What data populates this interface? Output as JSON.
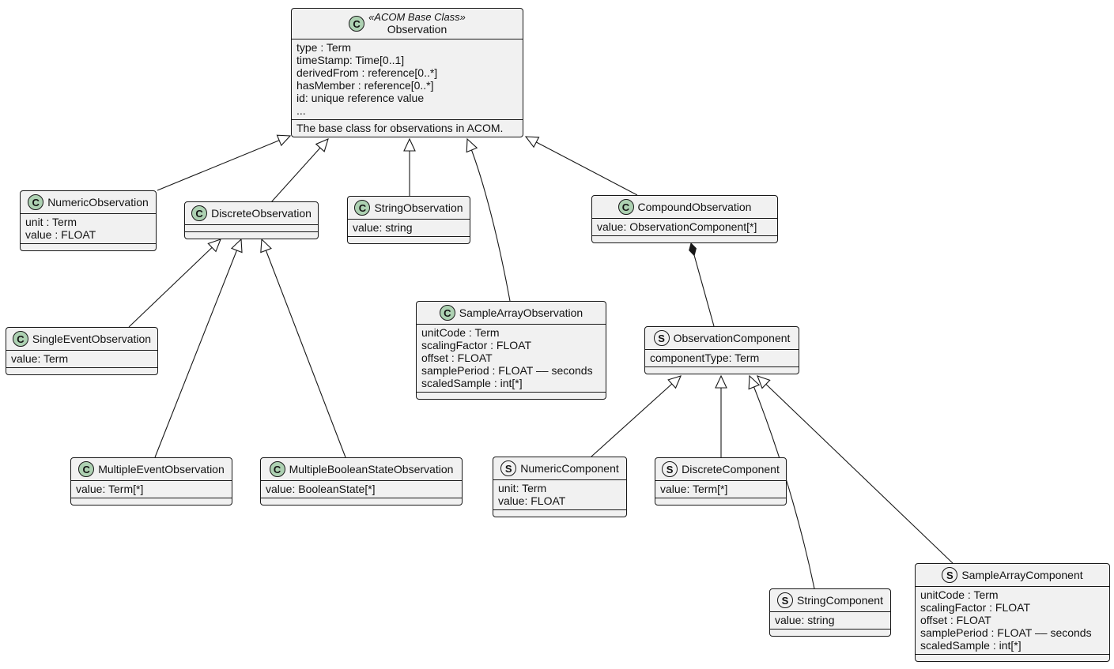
{
  "diagram": {
    "kind": "uml-class-diagram",
    "colors": {
      "background": "#FFFFFF",
      "box_fill": "#F1F1F1",
      "box_border": "#181818",
      "line": "#181818",
      "class_icon_fill": "#ADD1B2",
      "struct_icon_fill": "#F1F1F1",
      "icon_border": "#181818",
      "text": "#121212"
    },
    "classes": [
      {
        "id": "Observation",
        "icon": "C",
        "stereotype": "«ACOM Base Class»",
        "name": "Observation",
        "attributes": [
          "type : Term",
          "timeStamp: Time[0..1]",
          "derivedFrom : reference[0..*]",
          "hasMember : reference[0..*]",
          "id: unique reference value",
          "..."
        ],
        "note": "The base class for observations in ACOM."
      },
      {
        "id": "NumericObservation",
        "icon": "C",
        "name": "NumericObservation",
        "attributes": [
          "unit : Term",
          "value : FLOAT"
        ]
      },
      {
        "id": "DiscreteObservation",
        "icon": "C",
        "name": "DiscreteObservation",
        "attributes": []
      },
      {
        "id": "StringObservation",
        "icon": "C",
        "name": "StringObservation",
        "attributes": [
          "value: string"
        ]
      },
      {
        "id": "CompoundObservation",
        "icon": "C",
        "name": "CompoundObservation",
        "attributes": [
          "value: ObservationComponent[*]"
        ]
      },
      {
        "id": "SingleEventObservation",
        "icon": "C",
        "name": "SingleEventObservation",
        "attributes": [
          "value: Term"
        ]
      },
      {
        "id": "SampleArrayObservation",
        "icon": "C",
        "name": "SampleArrayObservation",
        "attributes": [
          "unitCode : Term",
          "scalingFactor : FLOAT",
          "offset : FLOAT",
          "samplePeriod : FLOAT –– seconds",
          "scaledSample : int[*]"
        ]
      },
      {
        "id": "ObservationComponent",
        "icon": "S",
        "name": "ObservationComponent",
        "attributes": [
          "componentType: Term"
        ]
      },
      {
        "id": "MultipleEventObservation",
        "icon": "C",
        "name": "MultipleEventObservation",
        "attributes": [
          "value: Term[*]"
        ]
      },
      {
        "id": "MultipleBooleanStateObservation",
        "icon": "C",
        "name": "MultipleBooleanStateObservation",
        "attributes": [
          "value: BooleanState[*]"
        ]
      },
      {
        "id": "NumericComponent",
        "icon": "S",
        "name": "NumericComponent",
        "attributes": [
          "unit: Term",
          "value: FLOAT"
        ]
      },
      {
        "id": "DiscreteComponent",
        "icon": "S",
        "name": "DiscreteComponent",
        "attributes": [
          "value: Term[*]"
        ]
      },
      {
        "id": "StringComponent",
        "icon": "S",
        "name": "StringComponent",
        "attributes": [
          "value: string"
        ]
      },
      {
        "id": "SampleArrayComponent",
        "icon": "S",
        "name": "SampleArrayComponent",
        "attributes": [
          "unitCode : Term",
          "scalingFactor : FLOAT",
          "offset : FLOAT",
          "samplePeriod : FLOAT –– seconds",
          "scaledSample : int[*]"
        ]
      }
    ],
    "edges": [
      {
        "from": "NumericObservation",
        "to": "Observation",
        "type": "generalization"
      },
      {
        "from": "DiscreteObservation",
        "to": "Observation",
        "type": "generalization"
      },
      {
        "from": "StringObservation",
        "to": "Observation",
        "type": "generalization"
      },
      {
        "from": "SampleArrayObservation",
        "to": "Observation",
        "type": "generalization"
      },
      {
        "from": "CompoundObservation",
        "to": "Observation",
        "type": "generalization"
      },
      {
        "from": "SingleEventObservation",
        "to": "DiscreteObservation",
        "type": "generalization"
      },
      {
        "from": "MultipleEventObservation",
        "to": "DiscreteObservation",
        "type": "generalization"
      },
      {
        "from": "MultipleBooleanStateObservation",
        "to": "DiscreteObservation",
        "type": "generalization"
      },
      {
        "from": "ObservationComponent",
        "to": "CompoundObservation",
        "type": "composition"
      },
      {
        "from": "NumericComponent",
        "to": "ObservationComponent",
        "type": "generalization"
      },
      {
        "from": "DiscreteComponent",
        "to": "ObservationComponent",
        "type": "generalization"
      },
      {
        "from": "StringComponent",
        "to": "ObservationComponent",
        "type": "generalization"
      },
      {
        "from": "SampleArrayComponent",
        "to": "ObservationComponent",
        "type": "generalization"
      }
    ]
  }
}
